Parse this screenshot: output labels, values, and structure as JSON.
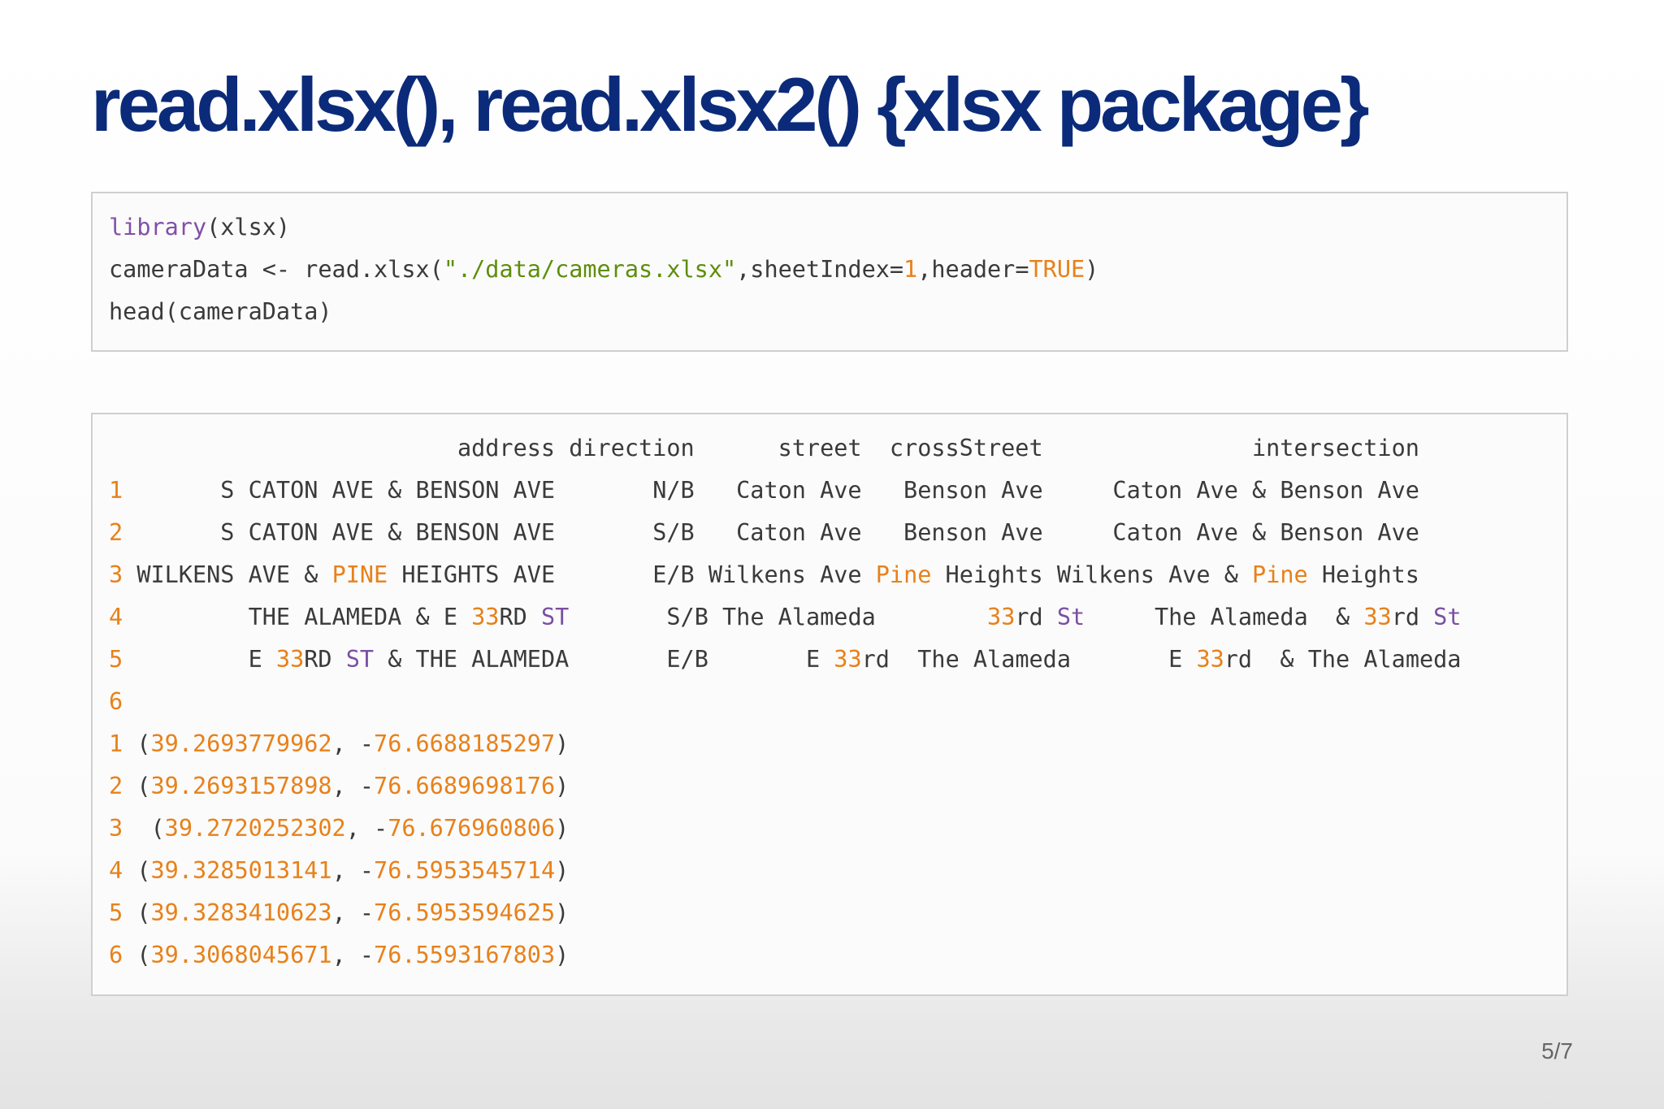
{
  "slide": {
    "title": "read.xlsx(), read.xlsx2() {xlsx package}",
    "page_number": "5/7"
  },
  "code": {
    "line1": {
      "fn": "library",
      "rest": "(xlsx)"
    },
    "line2": {
      "prefix": "cameraData <- read.xlsx(",
      "string": "\"./data/cameras.xlsx\"",
      "mid1": ",sheetIndex=",
      "sheet_index": "1",
      "mid2": ",header=",
      "header_value": "TRUE",
      "close": ")"
    },
    "line3": "head(cameraData)"
  },
  "output": {
    "header": "                         address direction      street  crossStreet               intersection",
    "rows": [
      {
        "idx": "1",
        "text": "       S CATON AVE & BENSON AVE       N/B   Caton Ave   Benson Ave     Caton Ave & Benson Ave"
      },
      {
        "idx": "2",
        "text": "       S CATON AVE & BENSON AVE       S/B   Caton Ave   Benson Ave     Caton Ave & Benson Ave"
      },
      {
        "idx": "3",
        "s1": " WILKENS AVE & ",
        "pine1": "PINE",
        "s2": " HEIGHTS AVE       E/B Wilkens Ave ",
        "pine2": "Pine",
        "s3": " Heights Wilkens Ave & ",
        "pine3": "Pine",
        "s4": " Heights"
      },
      {
        "idx": "4",
        "s1": "         THE ALAMEDA & E ",
        "n1": "33",
        "s2": "RD ",
        "st1": "ST",
        "s3": "       S/B The Alameda        ",
        "n2": "33",
        "s4": "rd ",
        "st2": "St",
        "s5": "     The Alameda  & ",
        "n3": "33",
        "s6": "rd ",
        "st3": "St"
      },
      {
        "idx": "5",
        "s1": "         E ",
        "n1": "33",
        "s2": "RD ",
        "st1": "ST",
        "s3": " & THE ALAMEDA       E/B       E ",
        "n2": "33",
        "s4": "rd  The Alameda       E ",
        "n3": "33",
        "s5": "rd  & The Alameda"
      },
      {
        "idx": "6"
      }
    ],
    "location_rows": [
      {
        "idx": "1",
        "pad": " (",
        "lat": "39.2693779962",
        "sep": ", -",
        "lon": "76.6688185297",
        "close": ")"
      },
      {
        "idx": "2",
        "pad": " (",
        "lat": "39.2693157898",
        "sep": ", -",
        "lon": "76.6689698176",
        "close": ")"
      },
      {
        "idx": "3",
        "pad": "  (",
        "lat": "39.2720252302",
        "sep": ", -",
        "lon": "76.676960806",
        "close": ")"
      },
      {
        "idx": "4",
        "pad": " (",
        "lat": "39.3285013141",
        "sep": ", -",
        "lon": "76.5953545714",
        "close": ")"
      },
      {
        "idx": "5",
        "pad": " (",
        "lat": "39.3283410623",
        "sep": ", -",
        "lon": "76.5953594625",
        "close": ")"
      },
      {
        "idx": "6",
        "pad": " (",
        "lat": "39.3068045671",
        "sep": ", -",
        "lon": "76.5593167803",
        "close": ")"
      }
    ]
  }
}
